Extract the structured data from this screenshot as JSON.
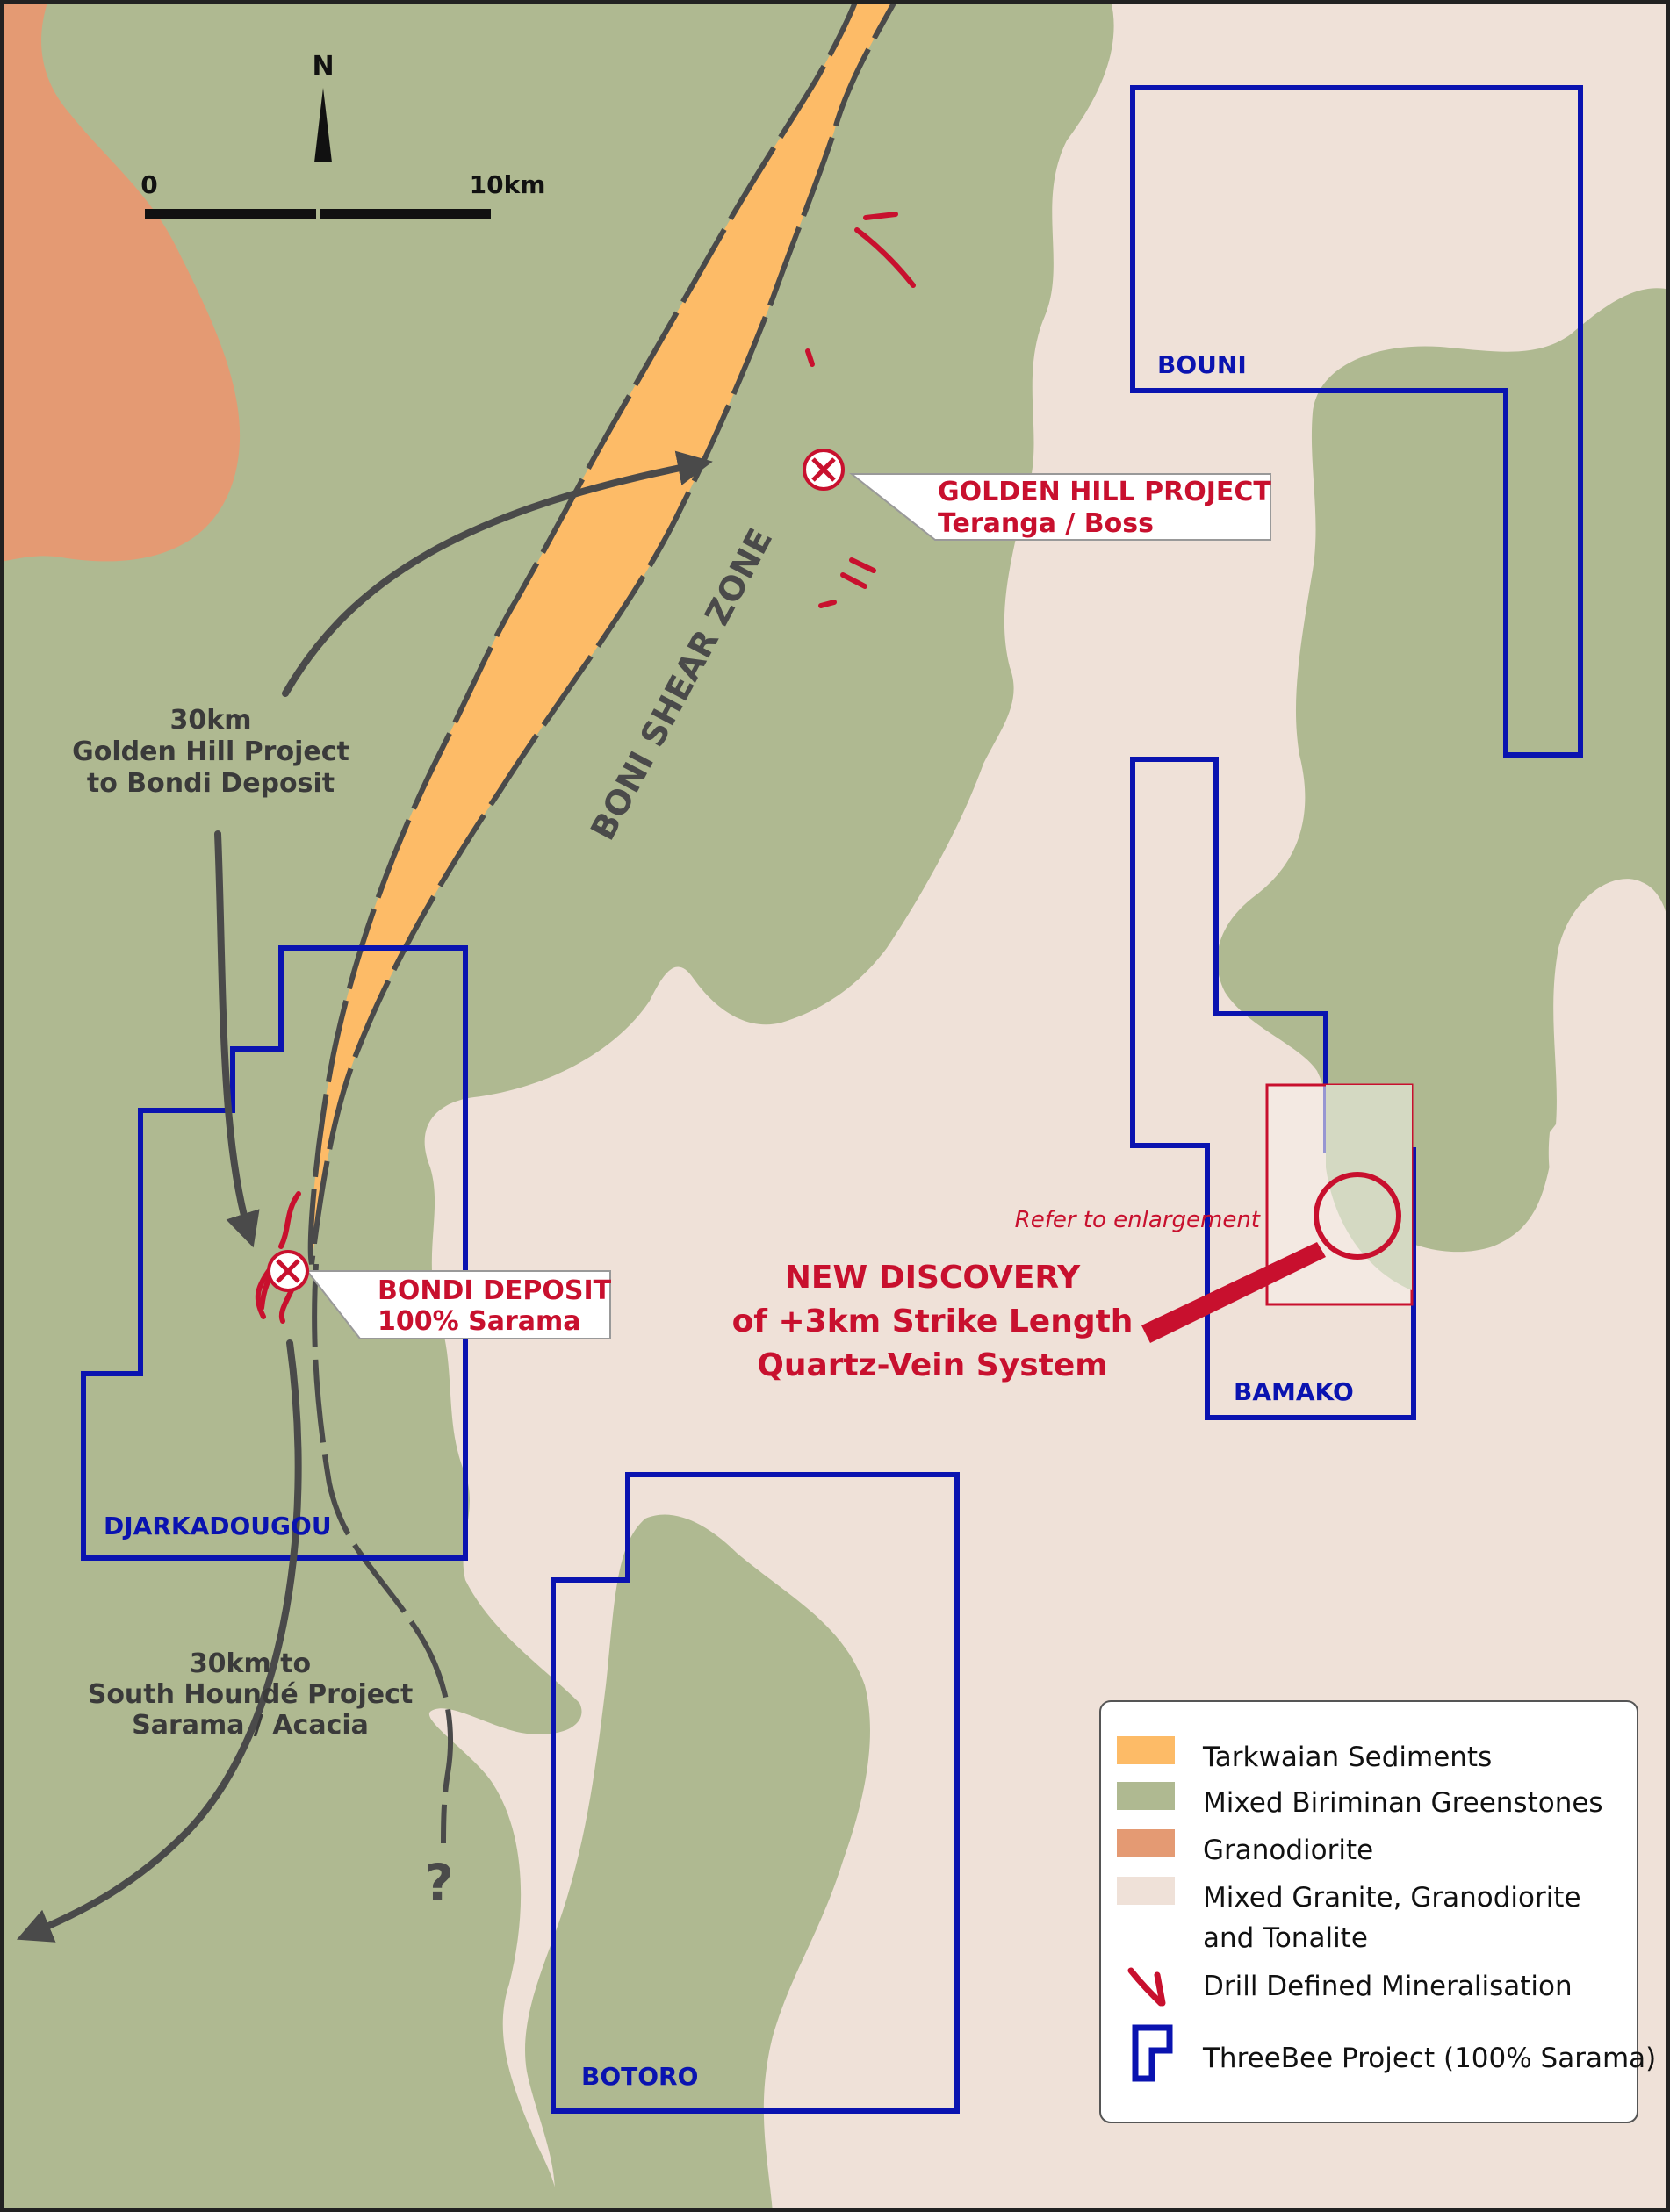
{
  "colors": {
    "tarkwaian": "#FDBB67",
    "greenstone": "#AFB991",
    "granodiorite": "#E49A73",
    "granite": "#EFE1D8",
    "mineral": "#C8102E",
    "project": "#0A13B0",
    "arrow": "#4A4A4A",
    "frame": "#222222"
  },
  "north": "N",
  "scale": {
    "start": "0",
    "end": "10km"
  },
  "shear_zone": "BONI SHEAR ZONE",
  "distance_note_north": {
    "line1": "30km",
    "line2": "Golden Hill Project",
    "line3": "to Bondi Deposit"
  },
  "distance_note_south": {
    "line1": "30km to",
    "line2": "South Houndé Project",
    "line3": "Sarama / Acacia"
  },
  "question_mark": "?",
  "callouts": {
    "golden_hill": {
      "title": "GOLDEN HILL PROJECT",
      "subtitle": "Teranga / Boss"
    },
    "bondi": {
      "title": "BONDI DEPOSIT",
      "subtitle": "100% Sarama"
    }
  },
  "projects": {
    "bouni": "BOUNI",
    "djarkadougou": "DJARKADOUGOU",
    "bamako": "BAMAKO",
    "botoro": "BOTORO"
  },
  "enlargement_note": "Refer to enlargement",
  "discovery": {
    "line1": "NEW DISCOVERY",
    "line2": "of +3km Strike Length",
    "line3": "Quartz-Vein System"
  },
  "legend": {
    "items": [
      {
        "label": "Tarkwaian Sediments"
      },
      {
        "label": "Mixed Biriminan Greenstones"
      },
      {
        "label": "Granodiorite"
      },
      {
        "label": "Mixed Granite, Granodiorite",
        "label2": "and Tonalite"
      },
      {
        "label": "Drill Defined Mineralisation"
      },
      {
        "label": "ThreeBee Project (100% Sarama)"
      }
    ]
  }
}
